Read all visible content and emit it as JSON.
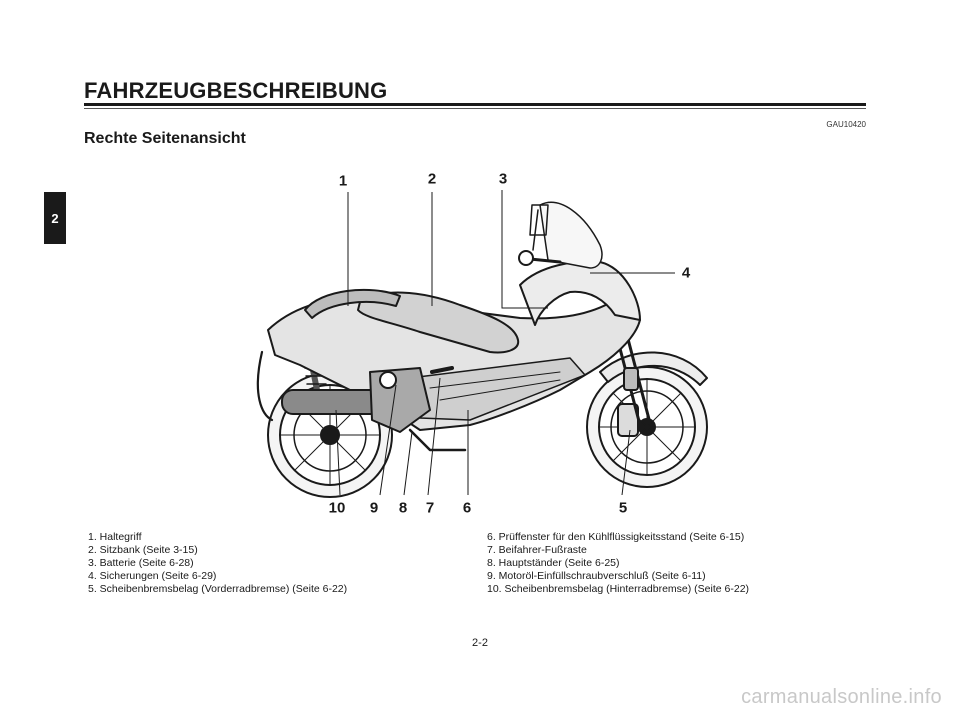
{
  "chapter_tab": "2",
  "chapter_title": "FAHRZEUGBESCHREIBUNG",
  "doc_code": "GAU10420",
  "section_title": "Rechte Seitenansicht",
  "callouts": [
    {
      "id": "1",
      "label": "1"
    },
    {
      "id": "2",
      "label": "2"
    },
    {
      "id": "3",
      "label": "3"
    },
    {
      "id": "4",
      "label": "4"
    },
    {
      "id": "5",
      "label": "5"
    },
    {
      "id": "6",
      "label": "6"
    },
    {
      "id": "7",
      "label": "7"
    },
    {
      "id": "8",
      "label": "8"
    },
    {
      "id": "9",
      "label": "9"
    },
    {
      "id": "10",
      "label": "10"
    }
  ],
  "legend_left": [
    "1. Haltegriff",
    "2. Sitzbank (Seite 3-15)",
    "3. Batterie (Seite 6-28)",
    "4. Sicherungen (Seite 6-29)",
    "5. Scheibenbremsbelag (Vorderradbremse) (Seite 6-22)"
  ],
  "legend_right": [
    "6. Prüffenster für den Kühlflüssigkeitsstand (Seite 6-15)",
    "7. Beifahrer-Fußraste",
    "8. Hauptständer (Seite 6-25)",
    "9. Motoröl-Einfüllschraubverschluß (Seite 6-11)",
    "10. Scheibenbremsbelag (Hinterradbremse) (Seite 6-22)"
  ],
  "page_number": "2-2",
  "watermark": "carmanualsonline.info"
}
